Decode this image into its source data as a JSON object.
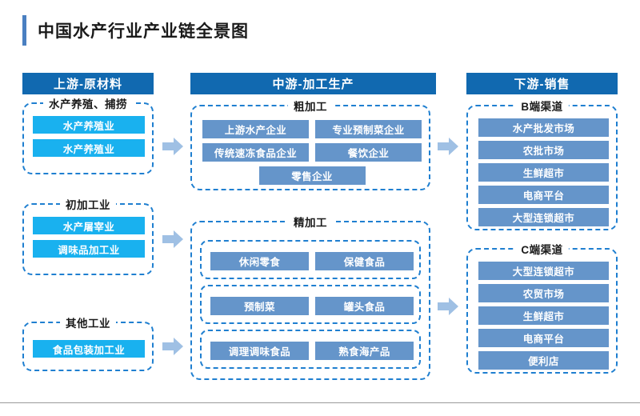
{
  "page": {
    "title": "中国水产行业产业链全景图",
    "accent_color": "#4a7fc1",
    "header_bar_color": "#1169b0",
    "dash_border_color": "#1f7fd0",
    "chip_upstream_color": "#19b1ef",
    "chip_mid_color": "#6595ca",
    "arrow_color": "#9fc0e4"
  },
  "columns": {
    "upstream": {
      "header": "上游-原材料",
      "groups": [
        {
          "label": "水产养殖、捕捞",
          "items": [
            "水产养殖业",
            "水产养殖业"
          ]
        },
        {
          "label": "初加工业",
          "items": [
            "水产屠宰业",
            "调味品加工业"
          ]
        },
        {
          "label": "其他工业",
          "items": [
            "食品包装加工业"
          ]
        }
      ]
    },
    "midstream": {
      "header": "中游-加工生产",
      "groups": [
        {
          "label": "粗加工",
          "items": [
            "上游水产企业",
            "专业预制菜企业",
            "传统速冻食品企业",
            "餐饮企业",
            "零售企业"
          ]
        },
        {
          "label": "精加工",
          "subgroups": [
            {
              "items": [
                "休闲零食",
                "保健食品"
              ]
            },
            {
              "items": [
                "预制菜",
                "罐头食品"
              ]
            },
            {
              "items": [
                "调理调味食品",
                "熟食海产品"
              ]
            }
          ]
        }
      ]
    },
    "downstream": {
      "header": "下游-销售",
      "groups": [
        {
          "label": "B端渠道",
          "items": [
            "水产批发市场",
            "农批市场",
            "生鲜超市",
            "电商平台",
            "大型连锁超市"
          ]
        },
        {
          "label": "C端渠道",
          "items": [
            "大型连锁超市",
            "农贸市场",
            "生鲜超市",
            "电商平台",
            "便利店"
          ]
        }
      ]
    }
  },
  "arrows": {
    "icon": "arrow-right-icon",
    "count": 5
  }
}
